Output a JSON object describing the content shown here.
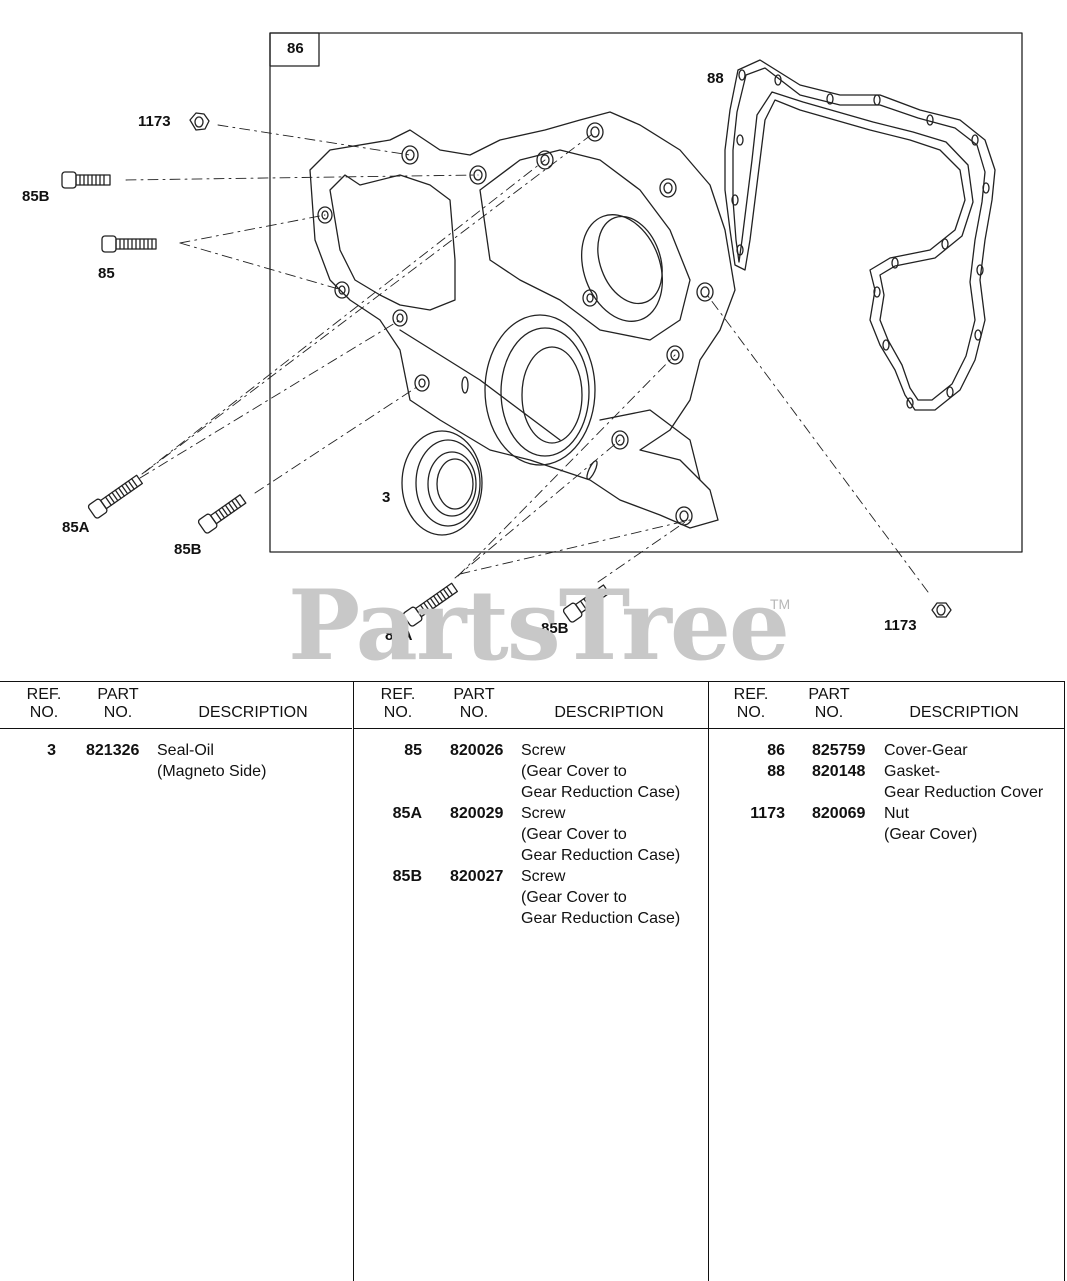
{
  "callouts": {
    "c86": "86",
    "c88": "88",
    "c1173a": "1173",
    "c85b_top": "85B",
    "c85": "85",
    "c85a_left": "85A",
    "c85b_left": "85B",
    "c3": "3",
    "c85a_bottom": "85A",
    "c85b_bottom": "85B",
    "c1173b": "1173"
  },
  "watermark": {
    "text": "PartsTree",
    "tm": "TM"
  },
  "table": {
    "headers": {
      "ref_1": "REF.",
      "ref_2": "NO.",
      "part_1": "PART",
      "part_2": "NO.",
      "desc": "DESCRIPTION"
    },
    "columns": [
      [
        {
          "ref": "3",
          "part": "821326",
          "desc": [
            "Seal-Oil",
            "(Magneto Side)"
          ]
        }
      ],
      [
        {
          "ref": "85",
          "part": "820026",
          "desc": [
            "Screw",
            "(Gear Cover to",
            "Gear Reduction Case)"
          ]
        },
        {
          "ref": "85A",
          "part": "820029",
          "desc": [
            "Screw",
            "(Gear Cover to",
            "Gear Reduction Case)"
          ]
        },
        {
          "ref": "85B",
          "part": "820027",
          "desc": [
            "Screw",
            "(Gear Cover to",
            "Gear Reduction Case)"
          ]
        }
      ],
      [
        {
          "ref": "86",
          "part": "825759",
          "desc": [
            "Cover-Gear"
          ]
        },
        {
          "ref": "88",
          "part": "820148",
          "desc": [
            "Gasket-",
            "Gear Reduction Cover"
          ]
        },
        {
          "ref": "1173",
          "part": "820069",
          "desc": [
            "Nut",
            "(Gear Cover)"
          ]
        }
      ]
    ]
  }
}
